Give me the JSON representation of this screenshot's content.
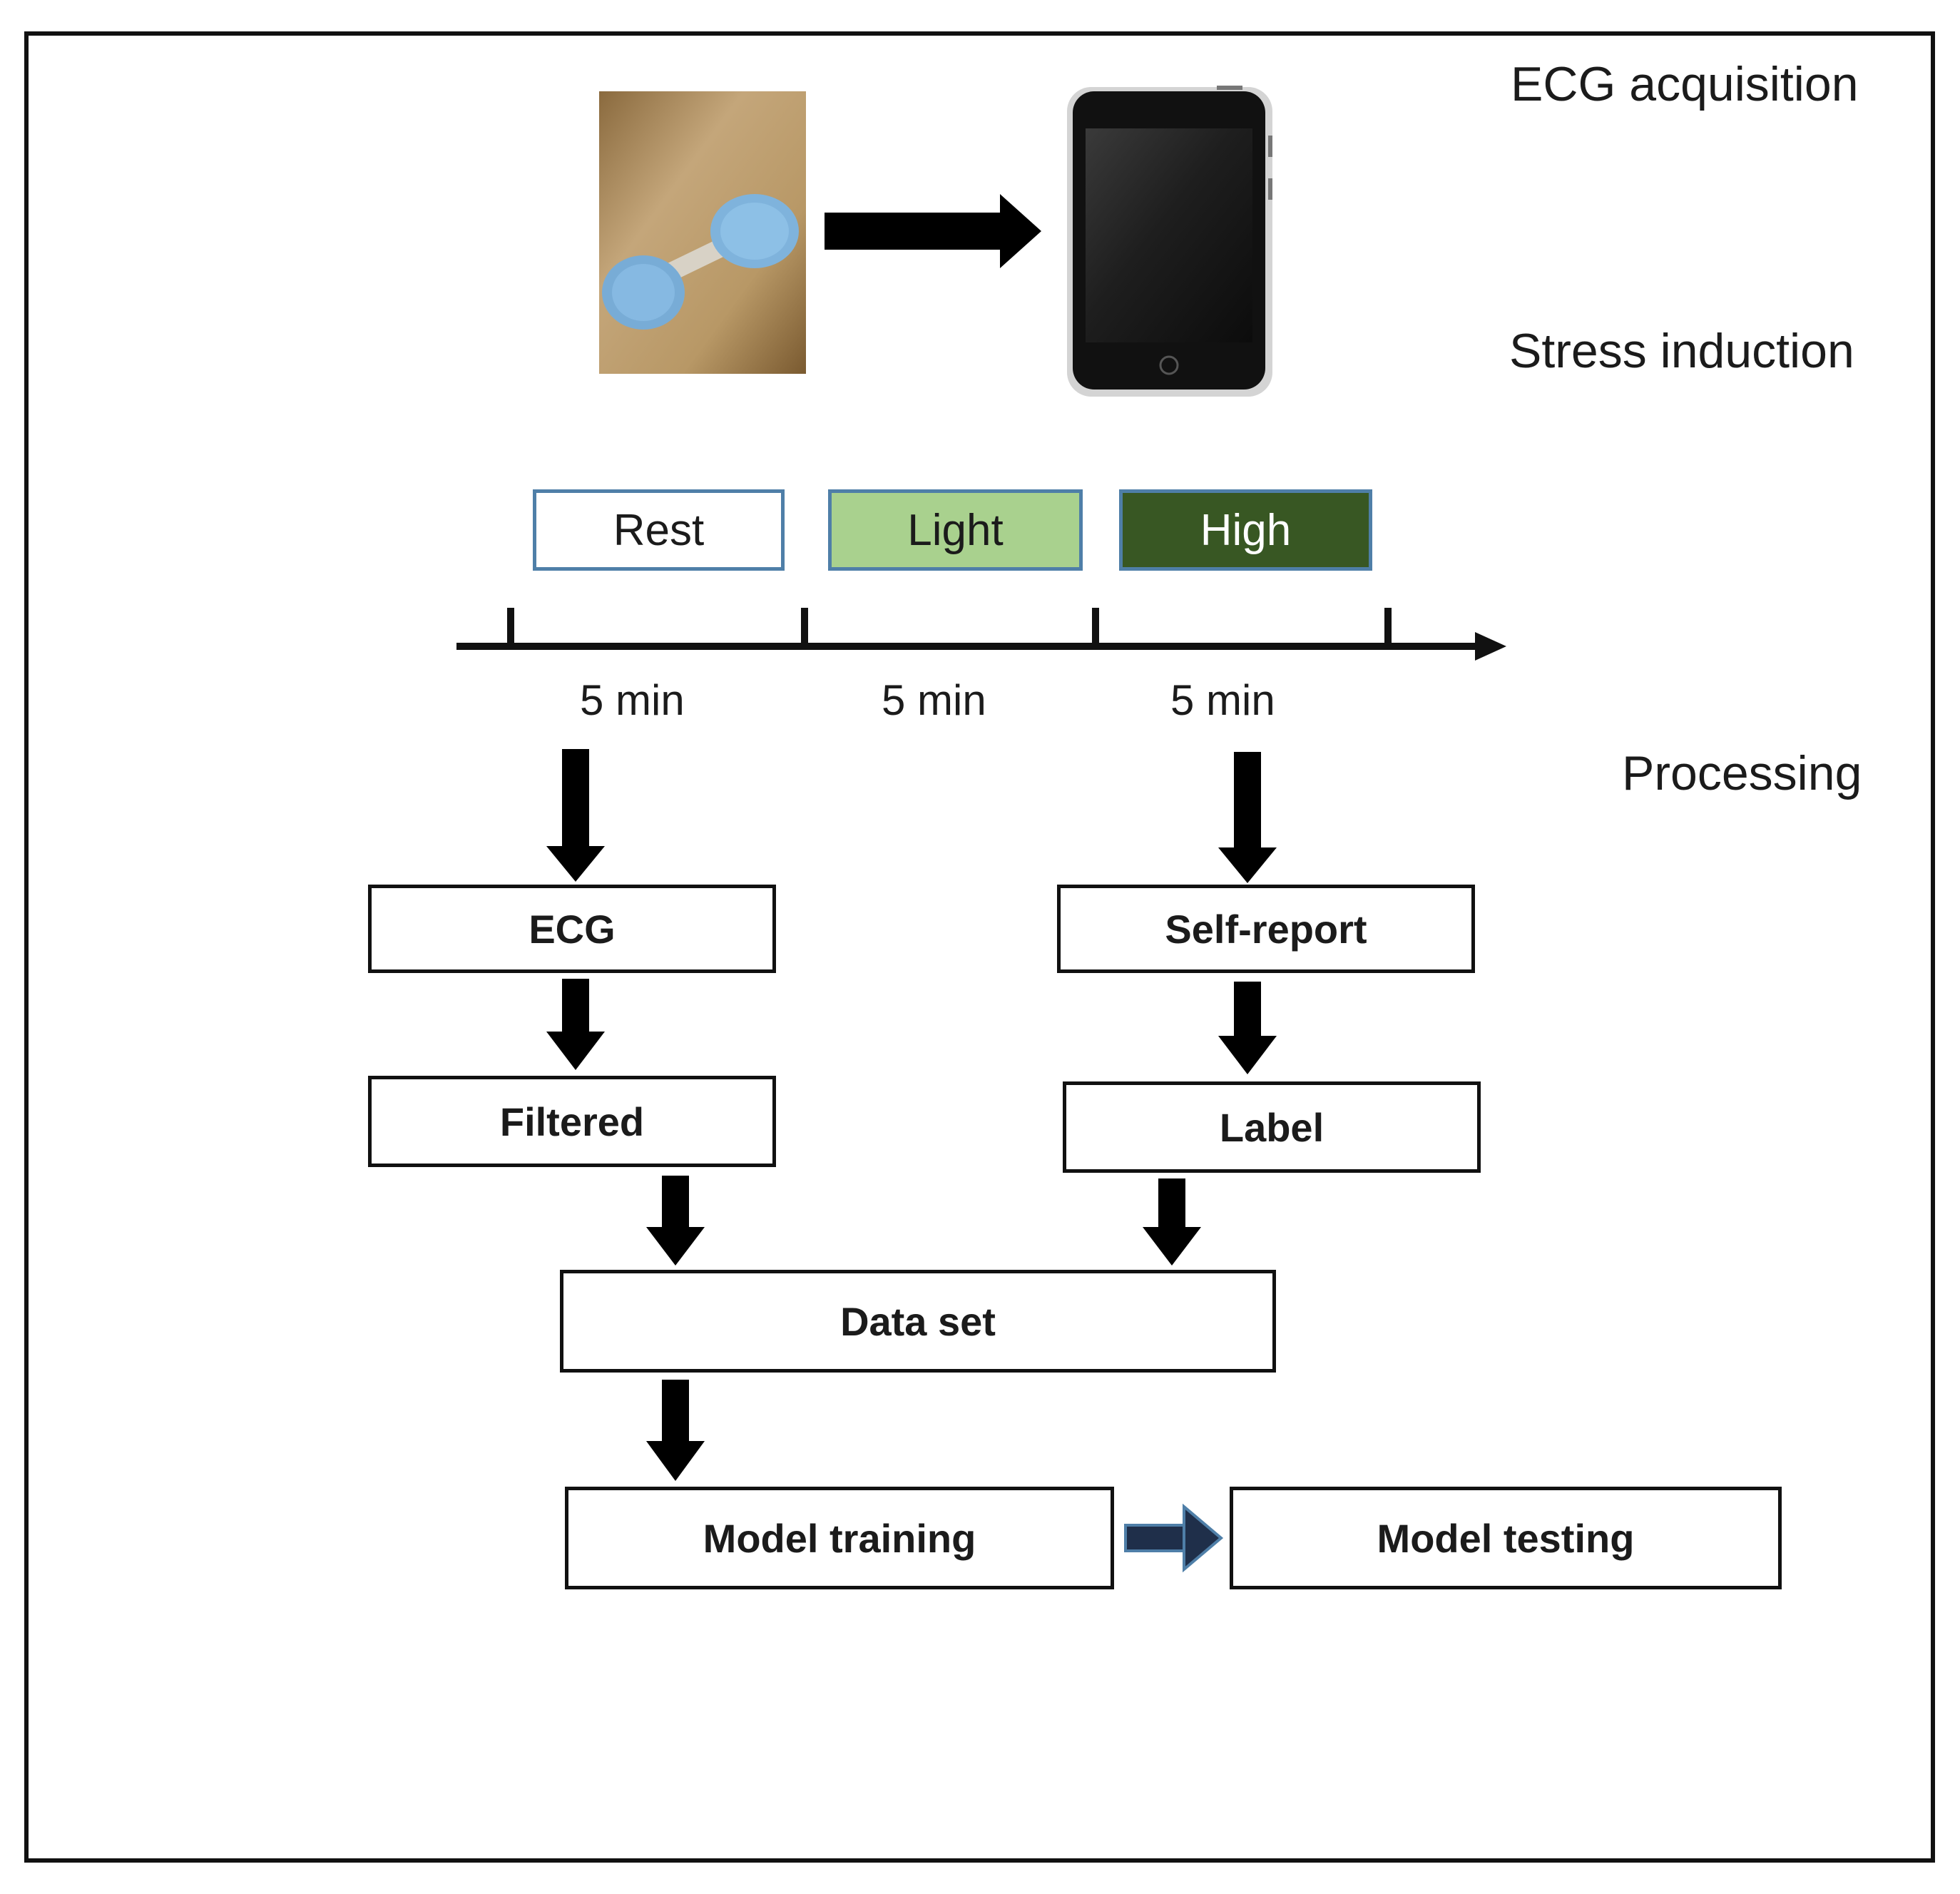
{
  "labels": {
    "ecg_acquisition": "ECG acquisition",
    "stress_induction": "Stress induction",
    "processing": "Processing"
  },
  "stages": [
    {
      "label": "Rest",
      "fill": "#ffffff",
      "text_color": "#1b1b1b"
    },
    {
      "label": "Light",
      "fill": "#a9d18e",
      "text_color": "#1b1b1b"
    },
    {
      "label": "High",
      "fill": "#385723",
      "text_color": "#ffffff"
    }
  ],
  "durations": [
    "5 min",
    "5 min",
    "5 min"
  ],
  "boxes": {
    "ecg": "ECG",
    "self_report": "Self-report",
    "filtered": "Filtered",
    "label": "Label",
    "data_set": "Data set",
    "model_training": "Model training",
    "model_testing": "Model testing"
  },
  "icons": {
    "sensor": "ecg-patch-sensor-icon",
    "device": "smartphone-icon"
  },
  "colors": {
    "stage_border": "#4f7fa8",
    "training_arrow": "#1f2f4a"
  }
}
